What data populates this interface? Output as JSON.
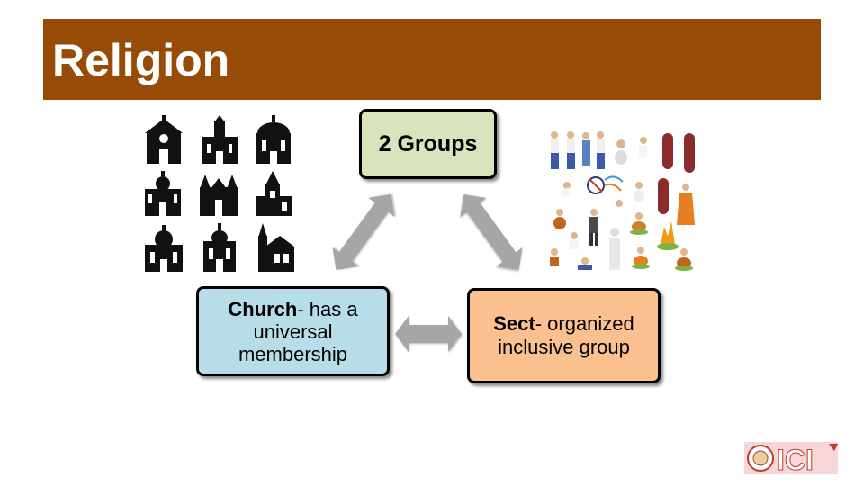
{
  "slide": {
    "title": "Religion"
  },
  "diagram": {
    "top_box": {
      "label": "2 Groups",
      "color": "#d7e4bd"
    },
    "left_box": {
      "bold": "Church",
      "rest": "- has a universal membership",
      "color": "#b7dde8"
    },
    "right_box": {
      "bold": "Sect",
      "rest": "- organized inclusive group",
      "color": "#fac090"
    },
    "arrow_color": "#a6a6a6"
  },
  "images": {
    "left": "church-buildings-icon-grid",
    "right": "religious-people-illustration-grid"
  },
  "logo": {
    "text": "ICI",
    "accent": "#c0392b"
  },
  "colors": {
    "title_bar": "#964B07",
    "title_text": "#ffffff"
  }
}
